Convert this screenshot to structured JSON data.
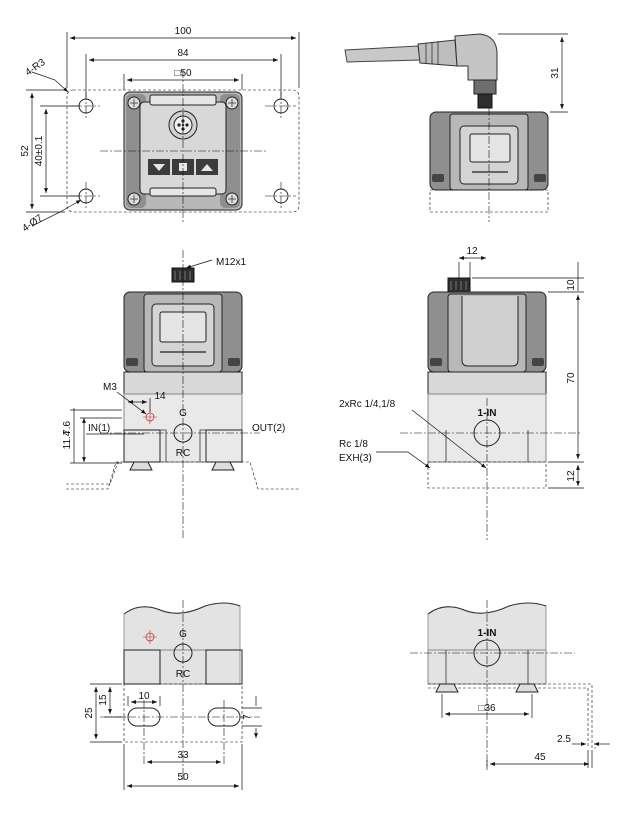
{
  "top_view": {
    "dim_overall_width": "100",
    "dim_hole_pitch_x": "84",
    "dim_body_square": "□50",
    "dim_corner_radius": "4-R3",
    "dim_overall_height": "52",
    "dim_hole_pitch_y": "40±0.1",
    "dim_hole_dia": "4-Ø7"
  },
  "side_view_top": {
    "dim_connector_height": "31"
  },
  "front_view": {
    "label_connector": "M12x1",
    "label_m3": "M3",
    "dim_m3_offset": "14",
    "label_in": "IN(1)",
    "label_out": "OUT(2)",
    "label_g": "G",
    "label_rc": "RC",
    "dim_port_height_a": "7.6",
    "dim_port_height_b": "11.4"
  },
  "right_view": {
    "dim_connector_offset": "12",
    "dim_connector_h": "10",
    "dim_body_h": "70",
    "dim_base_h": "12",
    "label_ports": "2xRc 1/4,1/8",
    "label_exh_thread": "Rc 1/8",
    "label_exh": "EXH(3)",
    "label_port_id": "1-IN"
  },
  "bottom_left_view": {
    "label_g": "G",
    "label_rc": "RC",
    "dim_slot_y": "15",
    "dim_total_y": "25",
    "dim_slot_len": "10",
    "dim_slot_w": "7",
    "dim_slot_pitch": "33",
    "dim_bracket_w": "50"
  },
  "bottom_right_view": {
    "label_port_id": "1-IN",
    "dim_square": "□36",
    "dim_thickness": "2.5",
    "dim_depth": "45"
  }
}
